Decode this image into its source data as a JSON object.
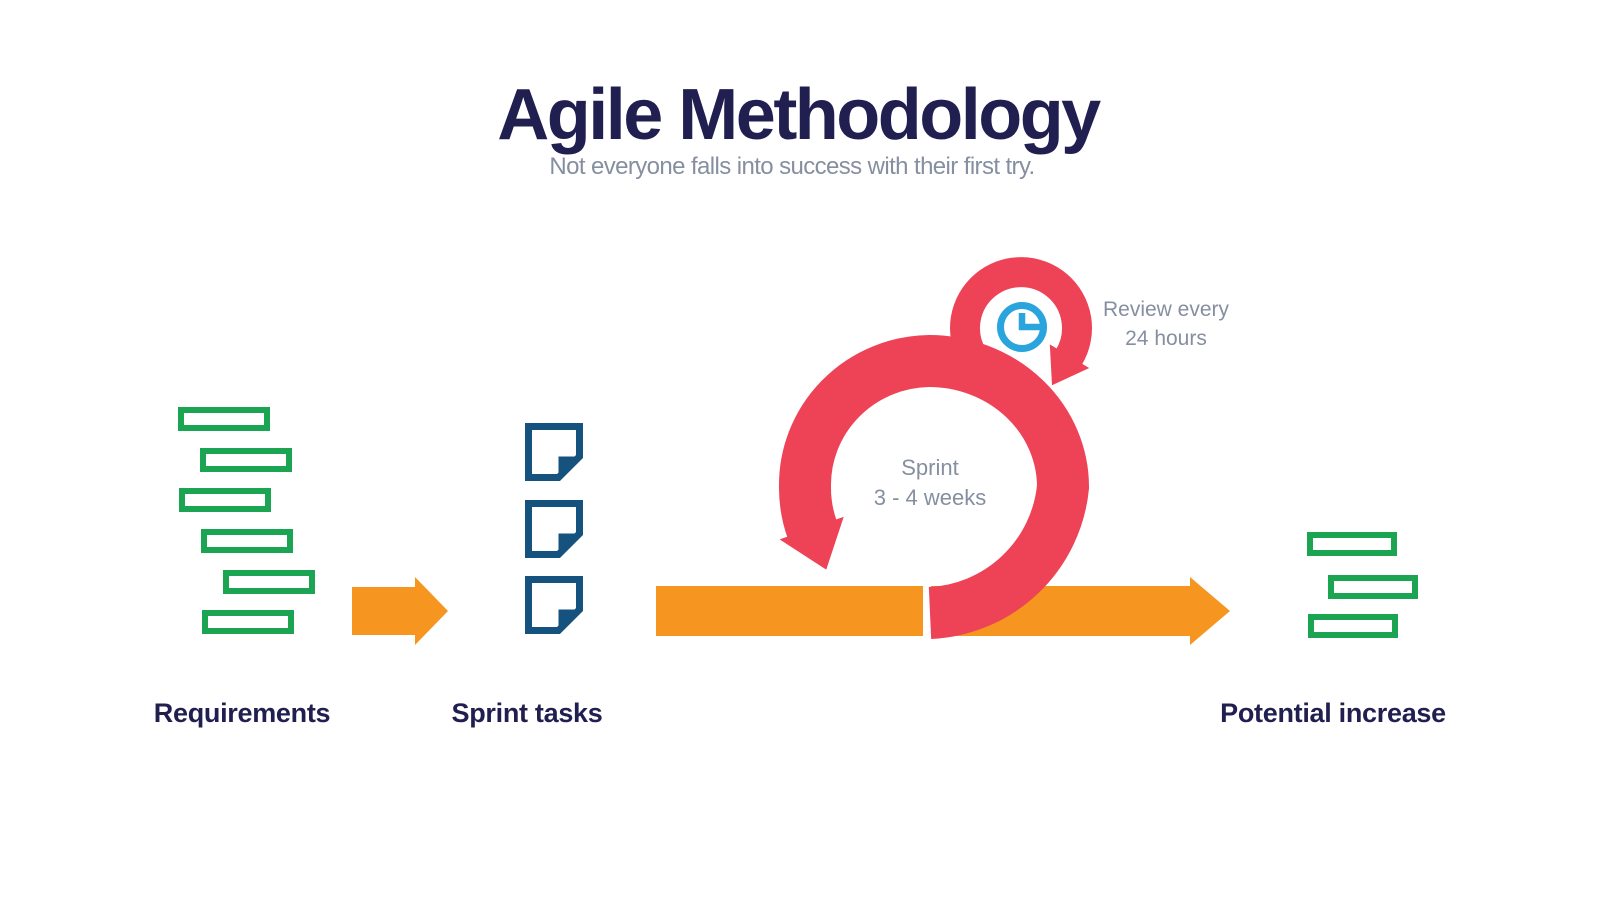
{
  "title": "Agile Methodology",
  "subtitle": "Not everyone falls into success with their first try.",
  "stages": {
    "requirements": {
      "label": "Requirements",
      "icon": "backlog-bars-icon",
      "bar_count": 6
    },
    "sprint_tasks": {
      "label": "Sprint tasks",
      "icon": "note-icon",
      "note_count": 3
    },
    "potential_increase": {
      "label": "Potential increase",
      "icon": "increment-bars-icon",
      "bar_count": 3
    }
  },
  "sprint_cycle": {
    "line1": "Sprint",
    "line2": "3 - 4 weeks",
    "icon": "sprint-loop-arrow-icon"
  },
  "review_loop": {
    "line1": "Review every",
    "line2": "24 hours",
    "icon": "clock-icon"
  },
  "flow": {
    "icon": "right-arrow-icon"
  },
  "colors": {
    "navy": "#201f50",
    "gray": "#868fa0",
    "green": "#1ba553",
    "orange": "#f6951f",
    "pink": "#ee4257",
    "note_blue": "#15537e",
    "clock_blue": "#29a4dd",
    "background": "#ffffff"
  }
}
